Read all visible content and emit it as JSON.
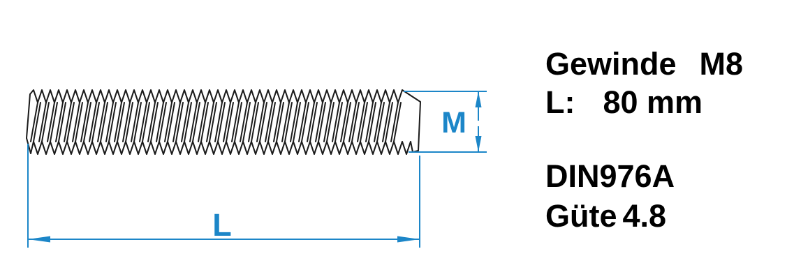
{
  "drawing": {
    "diameter_label": "M",
    "length_label": "L"
  },
  "specs": {
    "thread": {
      "label": "Gewinde",
      "value": "M8"
    },
    "length": {
      "label": "L:",
      "value": "80 mm"
    },
    "standard": "DIN976A",
    "grade": {
      "label": "Güte",
      "value": "4.8"
    }
  },
  "colors": {
    "accent": "#1c86c8",
    "line": "#1a1a1a",
    "background": "#ffffff",
    "text": "#000000"
  }
}
